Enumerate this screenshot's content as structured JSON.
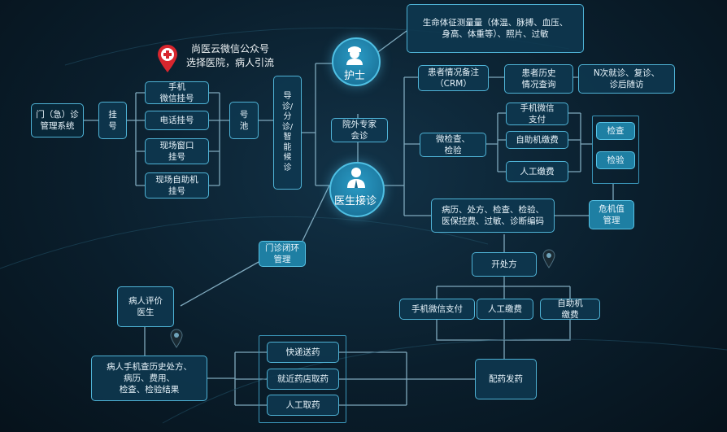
{
  "colors": {
    "line": "#7fa9bd",
    "box_border": "#4fb3d6",
    "box_fill": "#0e3850",
    "accent": "#1e7fa3",
    "pin": "#d8262e"
  },
  "promo": {
    "line1": "尚医云微信公众号",
    "line2": "选择医院，病人引流"
  },
  "nodes": {
    "mz": "门（急）诊\n管理系统",
    "gh": "挂\n号",
    "wx": "手机\n微信挂号",
    "dh": "电话挂号",
    "ck": "现场窗口\n挂号",
    "zzj": "现场自助机\n挂号",
    "hc": "号\n池",
    "dz": "导\n诊/\n分\n诊/\n智\n能\n候\n诊",
    "vital": "生命体征测量量（体温、脉搏、血压、\n身高、体重等）、照片、过敏",
    "crm": "患者情况备注\n（CRM）",
    "ls": "患者历史\n情况查询",
    "nc": "N次就诊、复诊、\n诊后随访",
    "yw": "院外专家\n会诊",
    "wjc": "微检查、\n检验",
    "wxzf": "手机微信\n支付",
    "zzjjf": "自助机缴费",
    "rgjf": "人工缴费",
    "jc": "检查",
    "jy": "检验",
    "bl": "病历、处方、检查、检验、\n医保控费、过敏、诊断编码",
    "wj": "危机值\n管理",
    "bh": "门诊闭环\n管理",
    "kcf": "开处方",
    "wxzf2": "手机微信支付",
    "rgjf2": "人工缴费",
    "zzjjf2": "自助机\n缴费",
    "pj": "病人评价\n医生",
    "cx": "病人手机查历史处方、\n病历、费用、\n检查、检验结果",
    "kd": "快递送药",
    "jj": "就近药店取药",
    "rgqy": "人工取药",
    "py": "配药发药"
  },
  "circles": {
    "nurse": "护士",
    "doctor": "医生接诊"
  },
  "icons": [
    "hospital-pin-icon",
    "nurse-icon",
    "doctor-icon",
    "map-pin-icon"
  ]
}
